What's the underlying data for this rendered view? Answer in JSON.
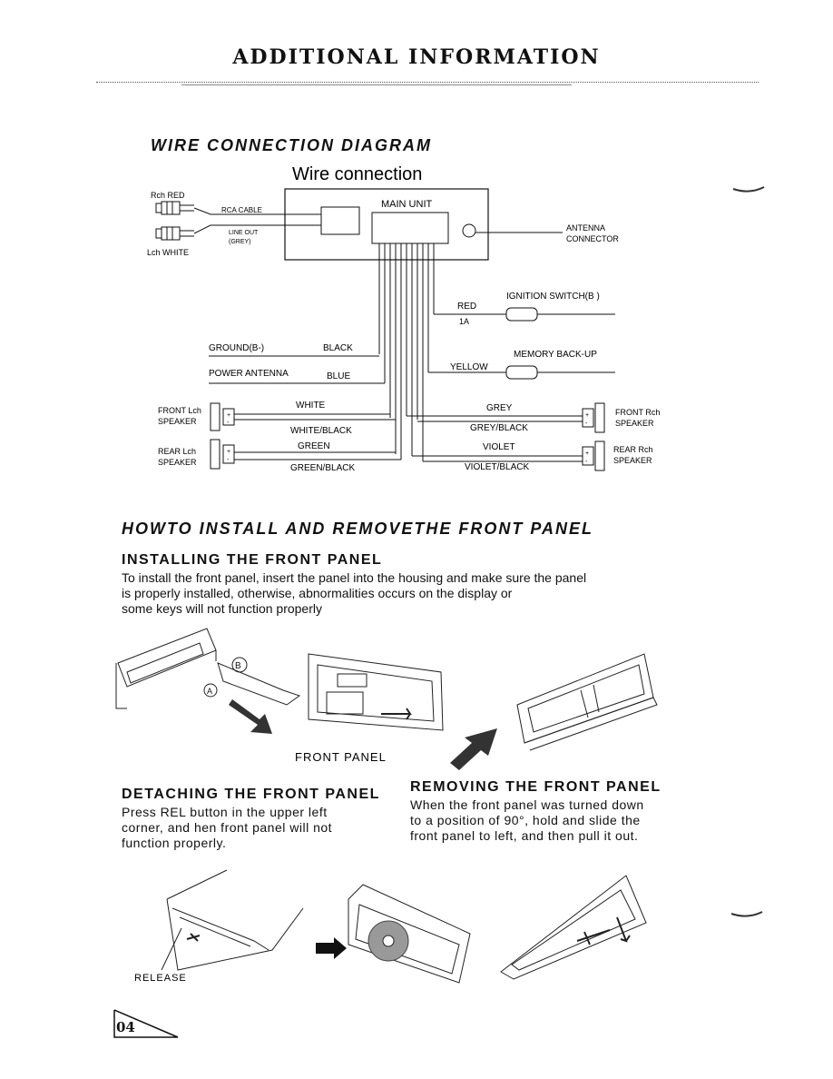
{
  "header": {
    "title": "ADDITIONAL INFORMATION"
  },
  "wiring": {
    "heading": "WIRE CONNECTION DIAGRAM",
    "subtitle": "Wire connection",
    "main_unit": "MAIN UNIT",
    "rch_red": "Rch RED",
    "lch_white": "Lch WHITE",
    "rca_cable": "RCA CABLE",
    "line_out": "LINE OUT",
    "line_out_grey": "(GREY)",
    "antenna": "ANTENNA",
    "connector": "CONNECTOR",
    "ignition": "IGNITION SWITCH(B )",
    "red": "RED",
    "fuse": "1A",
    "memory": "MEMORY BACK-UP",
    "yellow": "YELLOW",
    "ground": "GROUND(B-)",
    "black": "BLACK",
    "power_antenna": "POWER ANTENNA",
    "blue": "BLUE",
    "front_lch_1": "FRONT Lch",
    "front_lch_2": "SPEAKER",
    "rear_lch_1": "REAR Lch",
    "rear_lch_2": "SPEAKER",
    "front_rch_1": "FRONT Rch",
    "front_rch_2": "SPEAKER",
    "rear_rch_1": "REAR Rch",
    "rear_rch_2": "SPEAKER",
    "white": "WHITE",
    "white_black": "WHITE/BLACK",
    "green": "GREEN",
    "green_black": "GREEN/BLACK",
    "grey": "GREY",
    "grey_black": "GREY/BLACK",
    "violet": "VIOLET",
    "violet_black": "VIOLET/BLACK"
  },
  "panel": {
    "heading": "HOWTO INSTALL AND REMOVETHE FRONT PANEL",
    "installing_heading": "INSTALLING THE FRONT PANEL",
    "installing_line1": "To install the front panel, insert the panel into the housing and make sure the panel",
    "installing_line2": "is properly installed, otherwise, abnormalities occurs on the display or",
    "installing_line3": "some keys will not function properly",
    "label_a": "A",
    "label_b": "B",
    "front_panel_label": "FRONT PANEL",
    "detaching_heading": "DETACHING THE FRONT PANEL",
    "detaching_line1": "Press REL button in the upper left",
    "detaching_line2": "corner, and hen front panel will not",
    "detaching_line3": "function properly.",
    "removing_heading": "REMOVING THE FRONT PANEL",
    "removing_line1": "When the front panel was turned down",
    "removing_line2": "to a position of 90°, hold and slide the",
    "removing_line3": "front panel to left, and then pull it out.",
    "release_label": "RELEASE"
  },
  "footer": {
    "page_number": "04"
  }
}
